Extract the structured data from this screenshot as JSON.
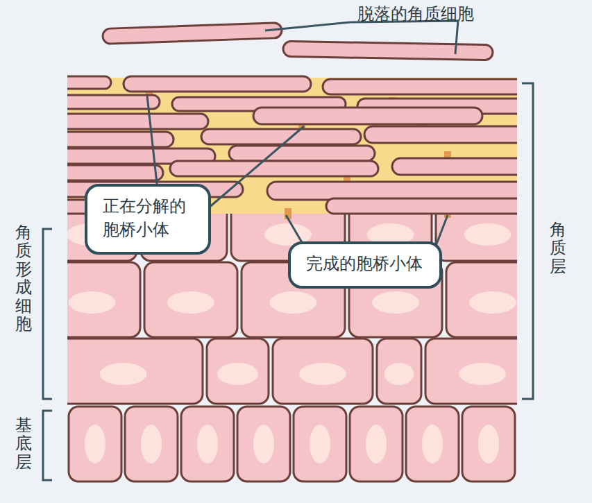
{
  "diagram": {
    "nodes": [
      {
        "text": [
          "正在分解的 胞桥小体"
        ]
      },
      {
        "text": [
          "完成的胞桥小体"
        ]
      }
    ],
    "labels": [
      "脱落的角质细胞",
      "角质形成细胞",
      "角质层",
      "基底层"
    ]
  }
}
